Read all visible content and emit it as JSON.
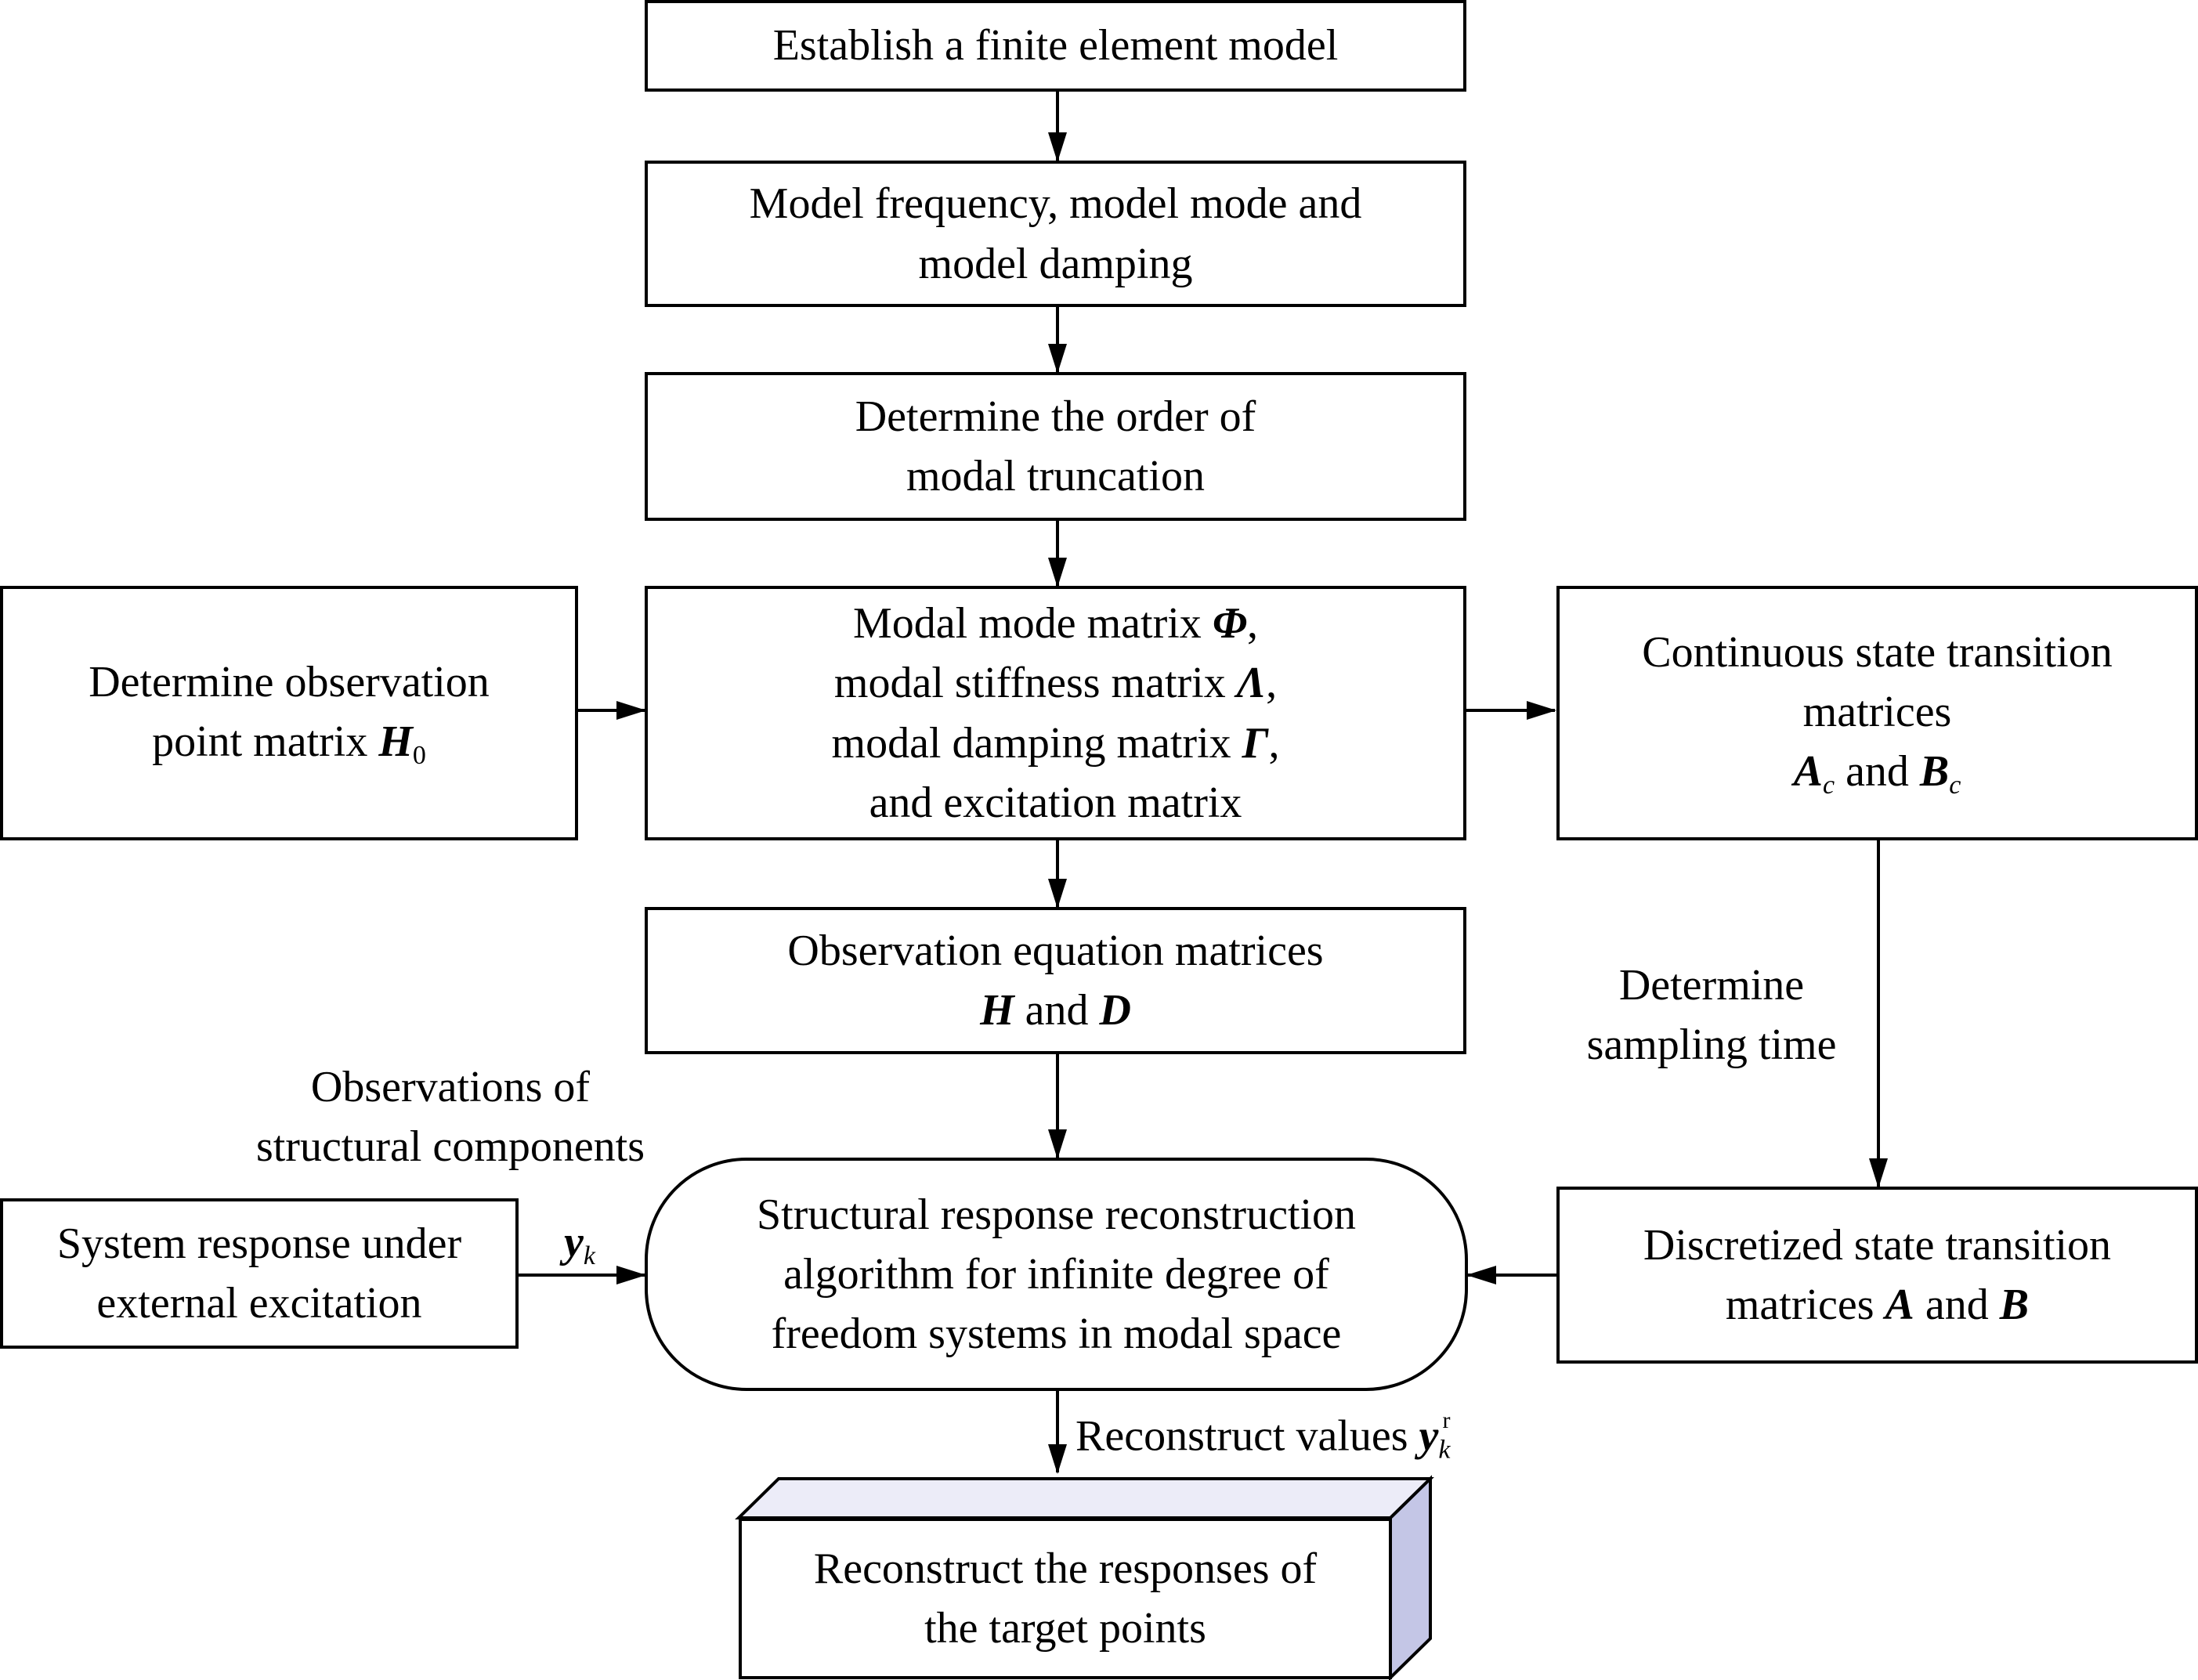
{
  "nodes": {
    "fem": {
      "line1": "Establish a finite element model"
    },
    "modal_params": {
      "line1": "Model frequency, model mode and",
      "line2": "model damping"
    },
    "truncation": {
      "line1": "Determine the order of",
      "line2": "modal truncation"
    },
    "modal_matrices": {
      "line1_text": "Modal mode matrix ",
      "line1_sym": "Φ",
      "line1_end": ",",
      "line2_text": "modal stiffness matrix ",
      "line2_sym": "Λ",
      "line2_end": ",",
      "line3_text": "modal damping matrix ",
      "line3_sym": "Γ",
      "line3_end": ",",
      "line4": "and excitation matrix"
    },
    "observation_point": {
      "line1": "Determine observation",
      "line2_text": "point matrix ",
      "line2_sym": "H",
      "line2_sub": "0"
    },
    "continuous": {
      "line1": "Continuous state transition",
      "line2": "matrices",
      "sym_a": "A",
      "sub_a": "c",
      "and": " and ",
      "sym_b": "B",
      "sub_b": "c"
    },
    "observation_eq": {
      "line1": "Observation equation matrices",
      "sym_h": "H",
      "and": " and ",
      "sym_d": "D"
    },
    "algorithm": {
      "line1": "Structural response reconstruction",
      "line2": "algorithm for infinite degree of",
      "line3": "freedom systems in modal space"
    },
    "system_response": {
      "line1": "System response under",
      "line2": "external excitation"
    },
    "discretized": {
      "line1": "Discretized state transition",
      "line2_text": "matrices ",
      "sym_a": "A",
      "and": " and ",
      "sym_b": "B"
    },
    "target": {
      "line1": "Reconstruct the responses of",
      "line2": "the target points"
    }
  },
  "labels": {
    "observations": {
      "line1": "Observations of",
      "line2": "structural components"
    },
    "sampling": {
      "line1": "Determine",
      "line2": "sampling time"
    },
    "yk": {
      "sym": "y",
      "sub": "k"
    },
    "reconstruct_values": {
      "text": "Reconstruct values ",
      "sym": "y",
      "sub": "k",
      "sup": "r"
    }
  },
  "colors": {
    "line": "#000000",
    "box_fill": "#ffffff",
    "prism_top": "#ececf8",
    "prism_side": "#c4c6e6"
  }
}
